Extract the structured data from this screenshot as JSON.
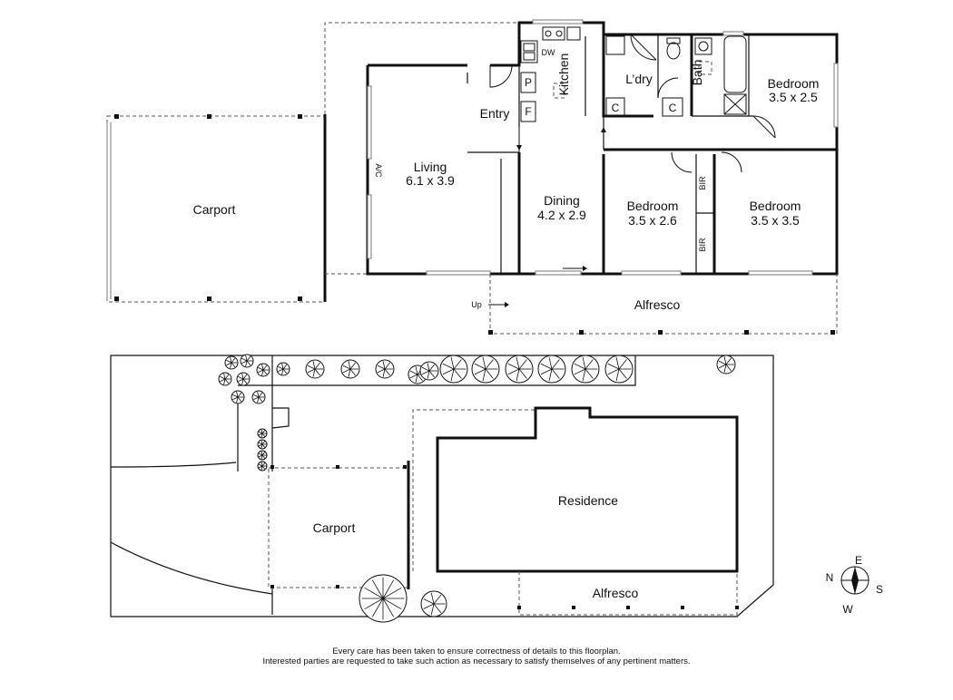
{
  "floorplan": {
    "rooms": [
      {
        "id": "carport-top",
        "name": "Carport",
        "size": ""
      },
      {
        "id": "living",
        "name": "Living",
        "size": "6.1 x 3.9"
      },
      {
        "id": "entry",
        "name": "Entry",
        "size": ""
      },
      {
        "id": "kitchen",
        "name": "Kitchen",
        "size": ""
      },
      {
        "id": "laundry",
        "name": "L’dry",
        "size": ""
      },
      {
        "id": "bath",
        "name": "Bath",
        "size": ""
      },
      {
        "id": "bedroom-1",
        "name": "Bedroom",
        "size": "3.5 x 2.5"
      },
      {
        "id": "dining",
        "name": "Dining",
        "size": "4.2 x 2.9"
      },
      {
        "id": "bedroom-2",
        "name": "Bedroom",
        "size": "3.5 x 2.6"
      },
      {
        "id": "bedroom-3",
        "name": "Bedroom",
        "size": "3.5 x 3.5"
      },
      {
        "id": "alfresco-top",
        "name": "Alfresco",
        "size": ""
      }
    ],
    "fixtures": {
      "dishwasher": "DW",
      "pantry": "P",
      "fridge": "F",
      "laundry_cupboard": "C",
      "bath_cupboard": "C",
      "bir_upper": "BIR",
      "bir_lower": "BIR",
      "aircon": "A/C",
      "up": "Up"
    }
  },
  "siteplan": {
    "residence": "Residence",
    "carport": "Carport",
    "alfresco": "Alfresco"
  },
  "compass": {
    "n": "N",
    "e": "E",
    "s": "S",
    "w": "W"
  },
  "disclaimer": {
    "line1": "Every care has been taken to ensure correctness of details to this floorplan.",
    "line2": "Interested parties are requested to take such action as necessary to satisfy themselves of any pertinent matters."
  }
}
